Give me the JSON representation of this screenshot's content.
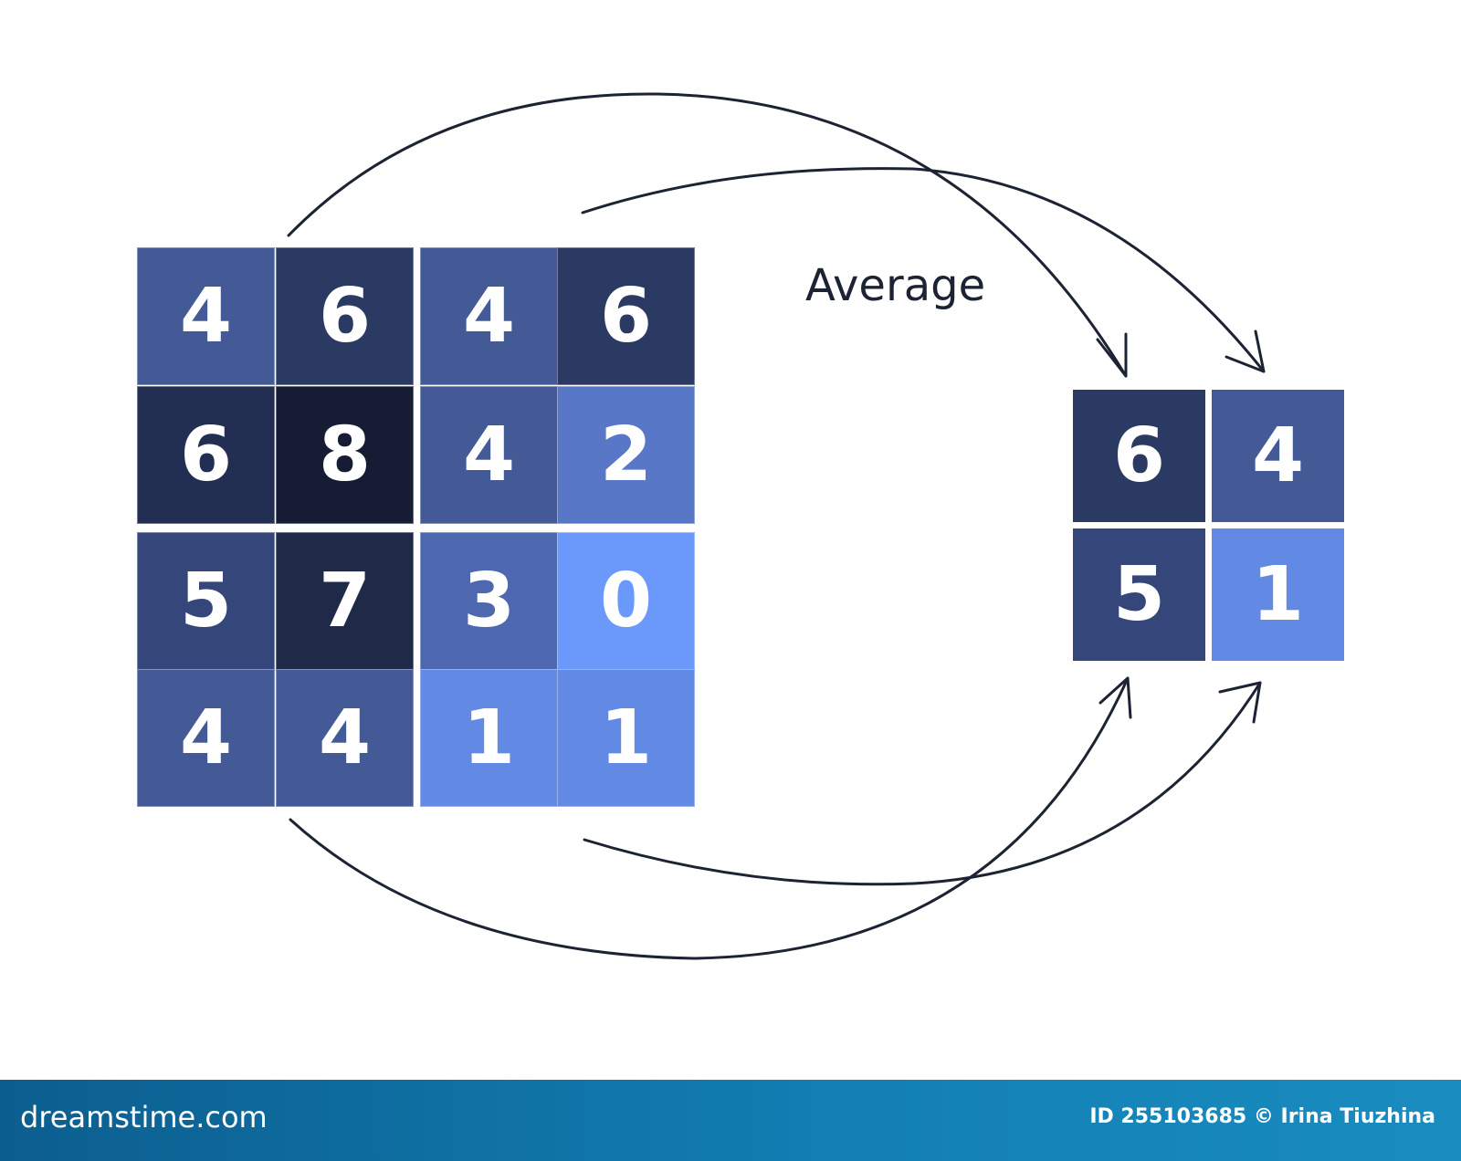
{
  "operation_label": "Average",
  "input_grid": {
    "rows": [
      [
        {
          "value": "4",
          "color": "#435a97"
        },
        {
          "value": "6",
          "color": "#2b3a63"
        },
        {
          "value": "4",
          "color": "#435a97"
        },
        {
          "value": "6",
          "color": "#2b3a63"
        }
      ],
      [
        {
          "value": "6",
          "color": "#232f52"
        },
        {
          "value": "8",
          "color": "#151c33"
        },
        {
          "value": "4",
          "color": "#435a97"
        },
        {
          "value": "2",
          "color": "#5877c7"
        }
      ],
      [
        {
          "value": "5",
          "color": "#35477a"
        },
        {
          "value": "7",
          "color": "#1f2948"
        },
        {
          "value": "3",
          "color": "#4e68b0"
        },
        {
          "value": "0",
          "color": "#6b99fb"
        }
      ],
      [
        {
          "value": "4",
          "color": "#435a97"
        },
        {
          "value": "4",
          "color": "#435a97"
        },
        {
          "value": "1",
          "color": "#6289e3"
        },
        {
          "value": "1",
          "color": "#6289e3"
        }
      ]
    ]
  },
  "output_grid": {
    "rows": [
      [
        {
          "value": "6",
          "color": "#2b3a63"
        },
        {
          "value": "4",
          "color": "#435a97"
        }
      ],
      [
        {
          "value": "5",
          "color": "#35477a"
        },
        {
          "value": "1",
          "color": "#6289e3"
        }
      ]
    ]
  },
  "footer": {
    "brand": "dreamstime.com",
    "credit": "ID 255103685 © Irina Tiuzhina"
  },
  "colors": {
    "arrow": "#1c2333",
    "footer": "#1280b5"
  }
}
